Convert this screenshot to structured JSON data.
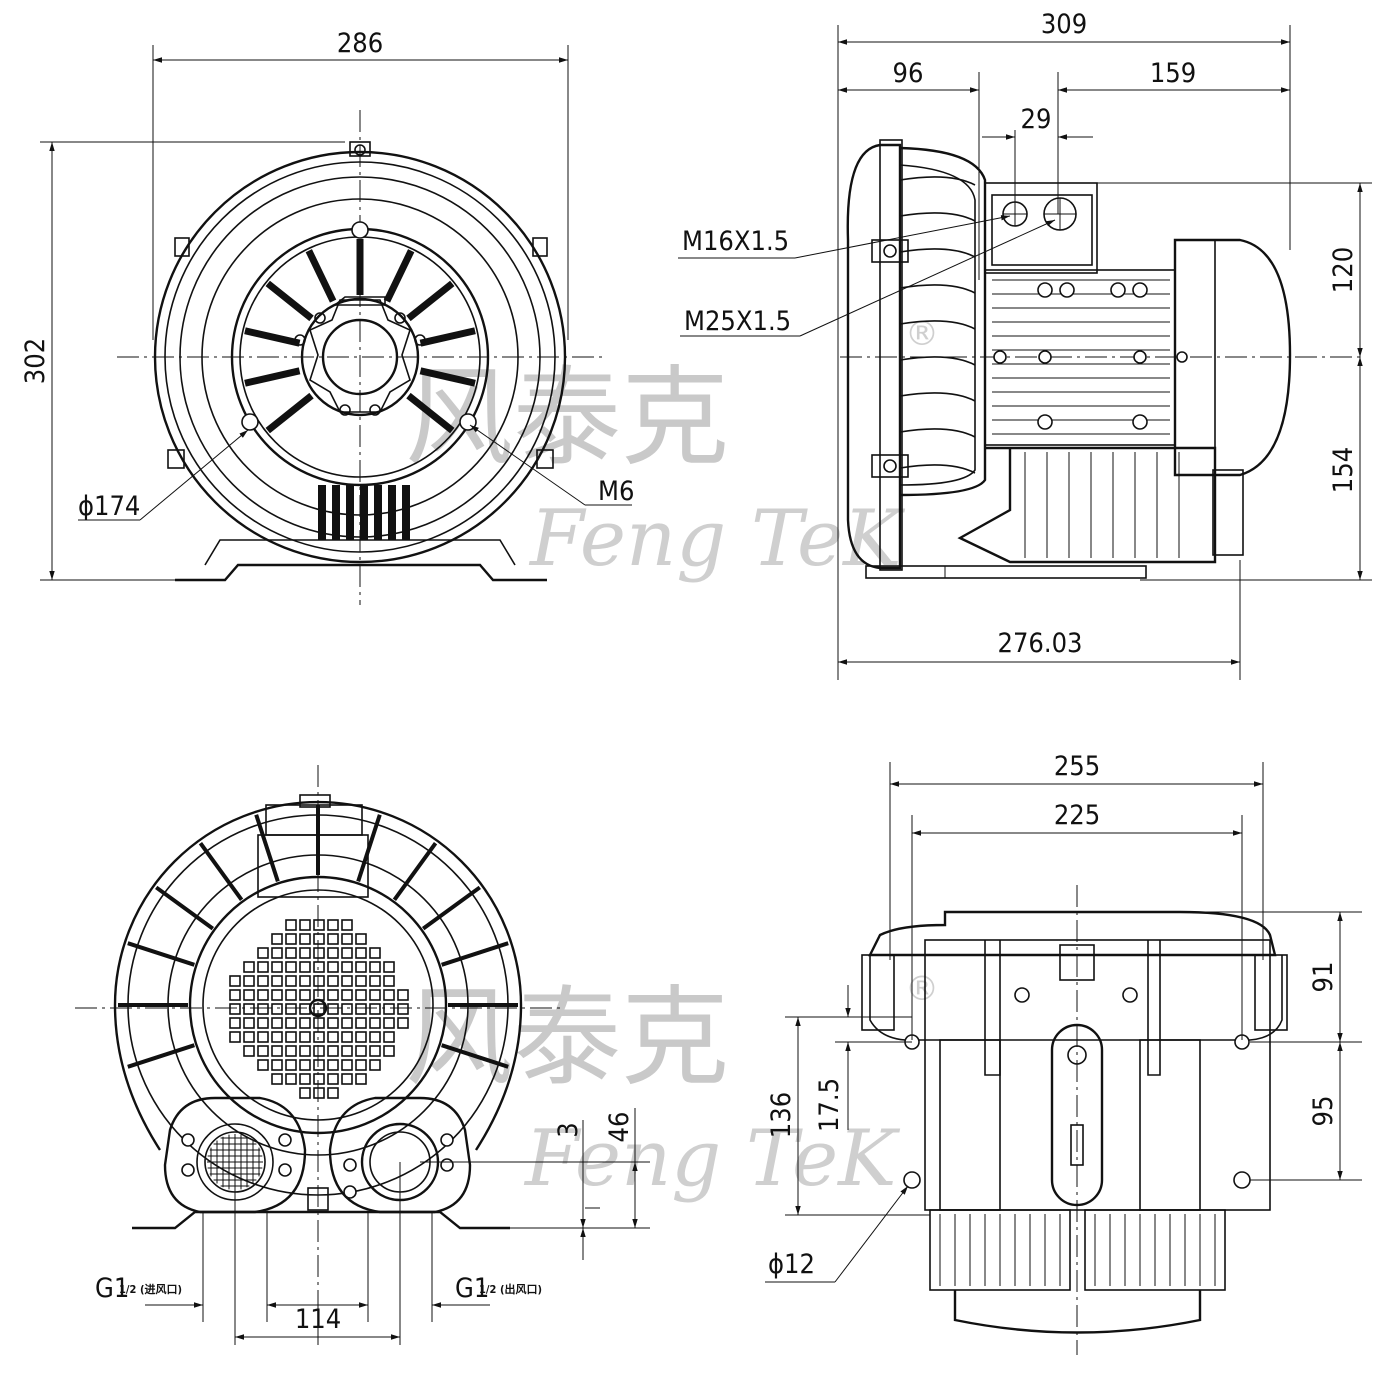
{
  "watermark": {
    "chinese": "风泰克",
    "english": "Feng TeK",
    "mark": "®"
  },
  "front_view": {
    "width": "286",
    "height": "302",
    "diameter": "ϕ174",
    "screw": "M6"
  },
  "side_view": {
    "total_length": "309",
    "left_offset": "96",
    "right_offset": "159",
    "gland_spacing": "29",
    "upper_height": "120",
    "lower_height": "154",
    "base_length": "276.03",
    "thread_small": "M16X1.5",
    "thread_large": "M25X1.5"
  },
  "rear_view": {
    "port_spacing": "114",
    "height_46": "46",
    "height_3": "3",
    "inlet": {
      "thread": "G1",
      "size": "1/2",
      "note": "(进风口)"
    },
    "outlet": {
      "thread": "G1",
      "size": "1/2",
      "note": "(出风口)"
    }
  },
  "bottom_view": {
    "outer_width": "255",
    "inner_width": "225",
    "dim_136": "136",
    "dim_17_5": "17.5",
    "dim_91": "91",
    "dim_95": "95",
    "hole": "ϕ12"
  }
}
